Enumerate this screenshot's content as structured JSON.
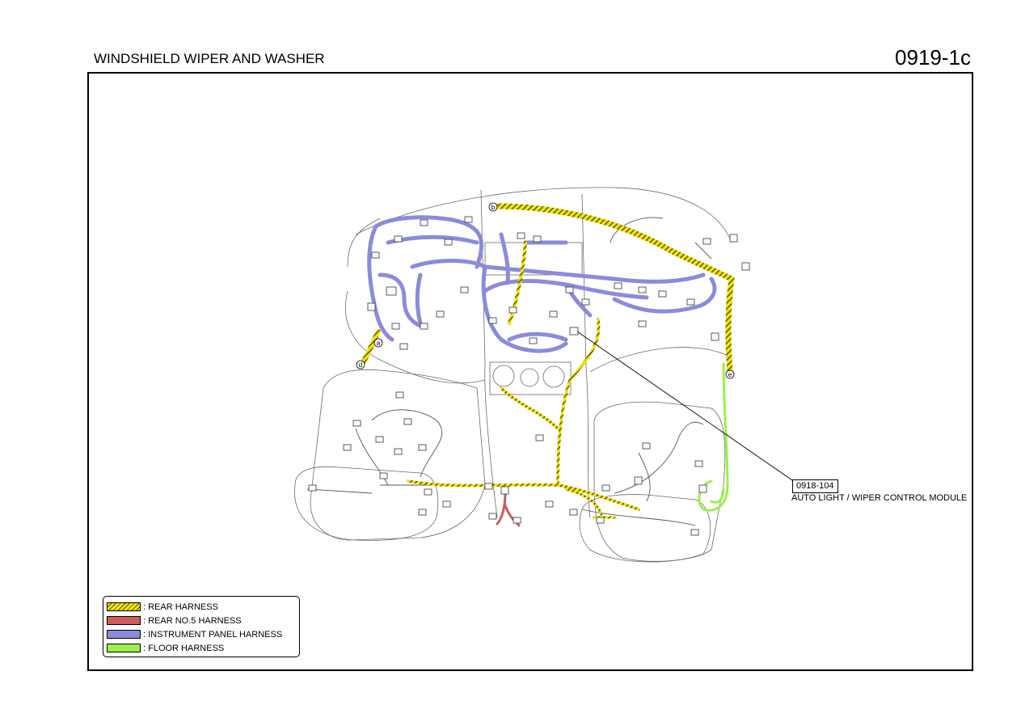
{
  "header": {
    "title": "WINDSHIELD WIPER AND WASHER",
    "code": "0919-1c"
  },
  "callout": {
    "id": "0918-104",
    "label": "AUTO LIGHT / WIPER CONTROL MODULE"
  },
  "markers": [
    "a",
    "b",
    "d",
    "e"
  ],
  "legend": [
    {
      "label": ": REAR HARNESS",
      "color": "#f2e400",
      "pattern": "hatched"
    },
    {
      "label": ": REAR NO.5 HARNESS",
      "color": "#cd5c5c",
      "pattern": "solid"
    },
    {
      "label": ": INSTRUMENT PANEL HARNESS",
      "color": "#8b8bdc",
      "pattern": "solid"
    },
    {
      "label": ": FLOOR HARNESS",
      "color": "#9cf04a",
      "pattern": "solid"
    }
  ],
  "colors": {
    "rear": "#f2e400",
    "rear_no5": "#cd5c5c",
    "instrument_panel": "#8b8bdc",
    "floor": "#9cf04a"
  }
}
